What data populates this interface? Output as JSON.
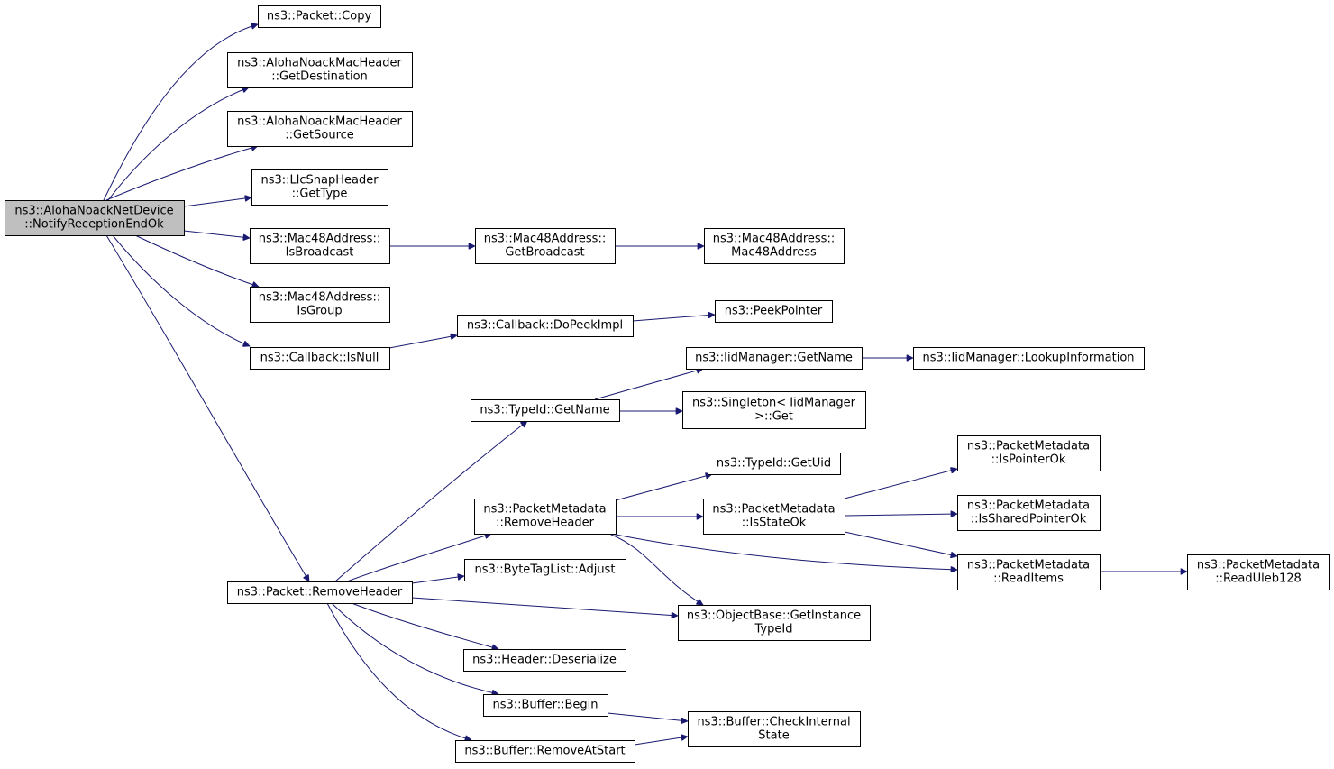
{
  "colors": {
    "edge": "#191970",
    "root_fill": "#bfbfbf",
    "node_fill": "#ffffff",
    "border": "#000000"
  },
  "nodes": [
    {
      "id": "root",
      "lines": [
        "ns3::AlohaNoackNetDevice",
        "::NotifyReceptionEndOk"
      ],
      "root": true
    },
    {
      "id": "packet_copy",
      "lines": [
        "ns3::Packet::Copy"
      ]
    },
    {
      "id": "get_destination",
      "lines": [
        "ns3::AlohaNoackMacHeader",
        "::GetDestination"
      ]
    },
    {
      "id": "get_source",
      "lines": [
        "ns3::AlohaNoackMacHeader",
        "::GetSource"
      ]
    },
    {
      "id": "llc_gettype",
      "lines": [
        "ns3::LlcSnapHeader",
        "::GetType"
      ]
    },
    {
      "id": "is_broadcast",
      "lines": [
        "ns3::Mac48Address::",
        "IsBroadcast"
      ]
    },
    {
      "id": "get_broadcast",
      "lines": [
        "ns3::Mac48Address::",
        "GetBroadcast"
      ]
    },
    {
      "id": "mac48_ctor",
      "lines": [
        "ns3::Mac48Address::",
        "Mac48Address"
      ]
    },
    {
      "id": "is_group",
      "lines": [
        "ns3::Mac48Address::",
        "IsGroup"
      ]
    },
    {
      "id": "callback_isnull",
      "lines": [
        "ns3::Callback::IsNull"
      ]
    },
    {
      "id": "do_peek_impl",
      "lines": [
        "ns3::Callback::DoPeekImpl"
      ]
    },
    {
      "id": "peek_pointer",
      "lines": [
        "ns3::PeekPointer"
      ]
    },
    {
      "id": "iid_getname",
      "lines": [
        "ns3::IidManager::GetName"
      ]
    },
    {
      "id": "iid_lookup",
      "lines": [
        "ns3::IidManager::LookupInformation"
      ]
    },
    {
      "id": "typeid_getname",
      "lines": [
        "ns3::TypeId::GetName"
      ]
    },
    {
      "id": "singleton_get",
      "lines": [
        "ns3::Singleton< IidManager",
        ">::Get"
      ]
    },
    {
      "id": "typeid_getuid",
      "lines": [
        "ns3::TypeId::GetUid"
      ]
    },
    {
      "id": "pm_removeheader",
      "lines": [
        "ns3::PacketMetadata",
        "::RemoveHeader"
      ]
    },
    {
      "id": "pm_isstateok",
      "lines": [
        "ns3::PacketMetadata",
        "::IsStateOk"
      ]
    },
    {
      "id": "pm_ispointerok",
      "lines": [
        "ns3::PacketMetadata",
        "::IsPointerOk"
      ]
    },
    {
      "id": "pm_issharedpointerok",
      "lines": [
        "ns3::PacketMetadata",
        "::IsSharedPointerOk"
      ]
    },
    {
      "id": "pm_readitems",
      "lines": [
        "ns3::PacketMetadata",
        "::ReadItems"
      ]
    },
    {
      "id": "pm_readuleb128",
      "lines": [
        "ns3::PacketMetadata",
        "::ReadUleb128"
      ]
    },
    {
      "id": "packet_removeheader",
      "lines": [
        "ns3::Packet::RemoveHeader"
      ]
    },
    {
      "id": "bytetaglist_adjust",
      "lines": [
        "ns3::ByteTagList::Adjust"
      ]
    },
    {
      "id": "objectbase_getinstancetypeid",
      "lines": [
        "ns3::ObjectBase::GetInstance",
        "TypeId"
      ]
    },
    {
      "id": "header_deserialize",
      "lines": [
        "ns3::Header::Deserialize"
      ]
    },
    {
      "id": "buffer_begin",
      "lines": [
        "ns3::Buffer::Begin"
      ]
    },
    {
      "id": "buffer_checkinternalstate",
      "lines": [
        "ns3::Buffer::CheckInternal",
        "State"
      ]
    },
    {
      "id": "buffer_removeatstart",
      "lines": [
        "ns3::Buffer::RemoveAtStart"
      ]
    }
  ],
  "edges": [
    [
      "root",
      "packet_copy"
    ],
    [
      "root",
      "get_destination"
    ],
    [
      "root",
      "get_source"
    ],
    [
      "root",
      "llc_gettype"
    ],
    [
      "root",
      "is_broadcast"
    ],
    [
      "root",
      "is_group"
    ],
    [
      "root",
      "callback_isnull"
    ],
    [
      "root",
      "packet_removeheader"
    ],
    [
      "is_broadcast",
      "get_broadcast"
    ],
    [
      "get_broadcast",
      "mac48_ctor"
    ],
    [
      "callback_isnull",
      "do_peek_impl"
    ],
    [
      "do_peek_impl",
      "peek_pointer"
    ],
    [
      "typeid_getname",
      "iid_getname"
    ],
    [
      "typeid_getname",
      "singleton_get"
    ],
    [
      "iid_getname",
      "iid_lookup"
    ],
    [
      "packet_removeheader",
      "typeid_getname"
    ],
    [
      "packet_removeheader",
      "pm_removeheader"
    ],
    [
      "packet_removeheader",
      "bytetaglist_adjust"
    ],
    [
      "packet_removeheader",
      "objectbase_getinstancetypeid"
    ],
    [
      "packet_removeheader",
      "header_deserialize"
    ],
    [
      "packet_removeheader",
      "buffer_begin"
    ],
    [
      "packet_removeheader",
      "buffer_removeatstart"
    ],
    [
      "pm_removeheader",
      "typeid_getuid"
    ],
    [
      "pm_removeheader",
      "pm_isstateok"
    ],
    [
      "pm_removeheader",
      "pm_readitems"
    ],
    [
      "pm_removeheader",
      "objectbase_getinstancetypeid"
    ],
    [
      "pm_isstateok",
      "pm_ispointerok"
    ],
    [
      "pm_isstateok",
      "pm_issharedpointerok"
    ],
    [
      "pm_isstateok",
      "pm_readitems"
    ],
    [
      "pm_readitems",
      "pm_readuleb128"
    ],
    [
      "buffer_begin",
      "buffer_checkinternalstate"
    ],
    [
      "buffer_removeatstart",
      "buffer_checkinternalstate"
    ]
  ]
}
